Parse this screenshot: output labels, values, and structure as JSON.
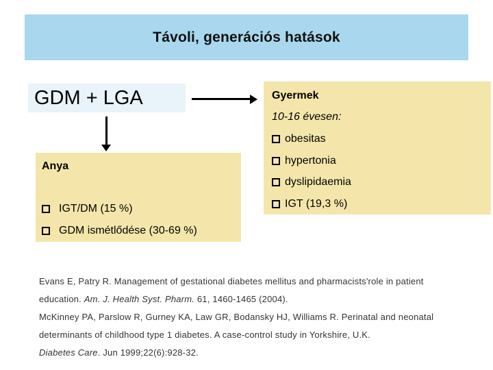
{
  "slide": {
    "title": "Távoli, generációs hatások"
  },
  "diagram": {
    "source_label": "GDM + LGA",
    "child_panel": {
      "heading": "Gyermek",
      "subheading": "10-16 évesen:",
      "items": [
        "obesitas",
        "hypertonia",
        "dyslipidaemia",
        "IGT (19,3 %)"
      ]
    },
    "mother_panel": {
      "heading": "Anya",
      "items": [
        "IGT/DM (15 %)",
        "GDM ismétlődése (30-69 %)"
      ]
    }
  },
  "references": [
    {
      "pre": "Evans E, Patry R. Management of gestational diabetes mellitus and pharmacists'role in patient",
      "em": "",
      "post": ""
    },
    {
      "pre": "education. ",
      "em": "Am. J. Health Syst. Pharm.",
      "post": " 61, 1460-1465 (2004)."
    },
    {
      "pre": "McKinney PA, Parslow R, Gurney KA, Law GR, Bodansky HJ, Williams R. Perinatal and neonatal",
      "em": "",
      "post": ""
    },
    {
      "pre": "determinants of childhood type 1 diabetes. A case-control study in Yorkshire, U.K.",
      "em": "",
      "post": ""
    },
    {
      "pre": "",
      "em": "Diabetes Care",
      "post": ". Jun 1999;22(6):928-32."
    }
  ],
  "icons": {
    "bullet": "checkbox-square",
    "flow_right": "arrow-right",
    "flow_down": "arrow-down"
  },
  "colors": {
    "title_bar_bg": "#a9d8ee",
    "source_box_bg": "#e9f3fa",
    "panel_bg": "#f4e6ab",
    "text": "#000000",
    "reference_text": "#333333",
    "background": "#ffffff"
  }
}
